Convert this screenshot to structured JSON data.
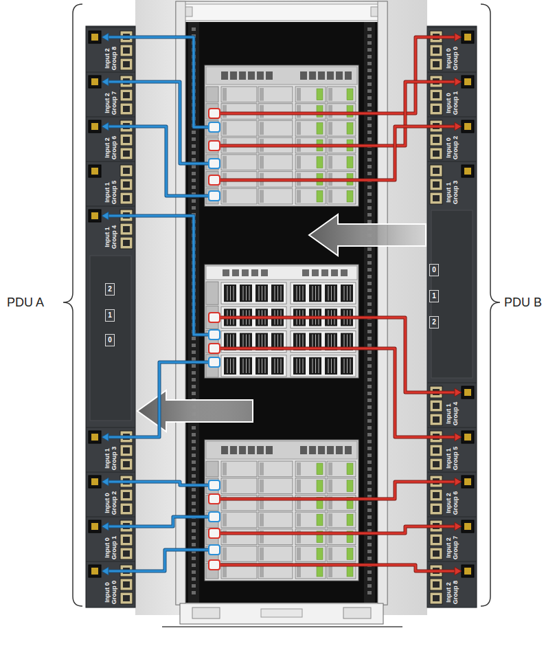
{
  "diagram": {
    "nodes": [
      {
        "text": [
          "PDU A"
        ]
      },
      {
        "text": [
          "Input 2 Group 8"
        ],
        "in": 0
      },
      {
        "text": [
          "Input 2 Group 7"
        ],
        "in": 0
      },
      {
        "text": [
          "Input 2 Group 6"
        ],
        "in": 0
      },
      {
        "text": [
          "Input 1 Group 5"
        ],
        "in": 0
      },
      {
        "text": [
          "Input 1 Group 4"
        ],
        "in": 0
      },
      {
        "text": [
          "Input 1 Group 3"
        ],
        "in": 0
      },
      {
        "text": [
          "Input 0 Group 2"
        ],
        "in": 0
      },
      {
        "text": [
          "Input 0 Group 1"
        ],
        "in": 0
      },
      {
        "text": [
          "Input 0 Group 0"
        ],
        "in": 0
      },
      {
        "text": [
          "PDU B"
        ]
      },
      {
        "text": [
          "Input 0 Group 0"
        ],
        "in": 10
      },
      {
        "text": [
          "Input 0 Group 1"
        ],
        "in": 10
      },
      {
        "text": [
          "Input 0 Group 2"
        ],
        "in": 10
      },
      {
        "text": [
          "Input 1 Group 3"
        ],
        "in": 10
      },
      {
        "text": [
          "Input 1 Group 4"
        ],
        "in": 10
      },
      {
        "text": [
          "Input 1 Group 5"
        ],
        "in": 10
      },
      {
        "text": [
          "Input 2 Group 6"
        ],
        "in": 10
      },
      {
        "text": [
          "Input 2 Group 7"
        ],
        "in": 10
      },
      {
        "text": [
          "Input 2 Group 8"
        ],
        "in": 10
      }
    ],
    "labels": [
      "2",
      "1",
      "0",
      "0",
      "1",
      "2"
    ]
  }
}
